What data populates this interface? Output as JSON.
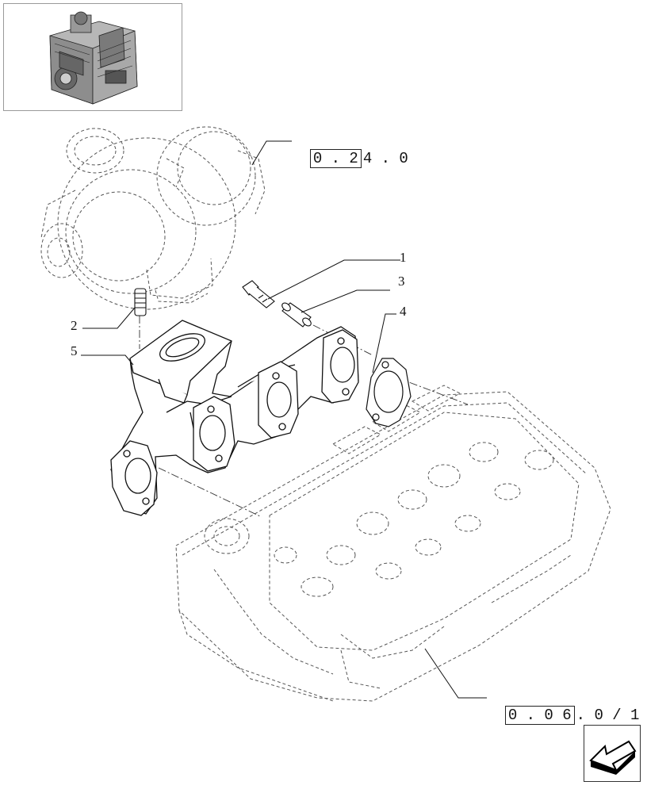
{
  "thumbnail": {
    "icon": "engine-thumbnail-icon"
  },
  "callouts": {
    "part_1": "1",
    "part_2": "2",
    "part_3": "3",
    "part_4": "4",
    "part_5": "5"
  },
  "references": {
    "turbo": {
      "boxed": "0 . 2",
      "rest": "4 . 0"
    },
    "head": {
      "boxed": "0 . 0 6",
      "rest": ". 0 / 1"
    }
  },
  "navigation": {
    "icon": "previous-page-arrow-icon"
  }
}
